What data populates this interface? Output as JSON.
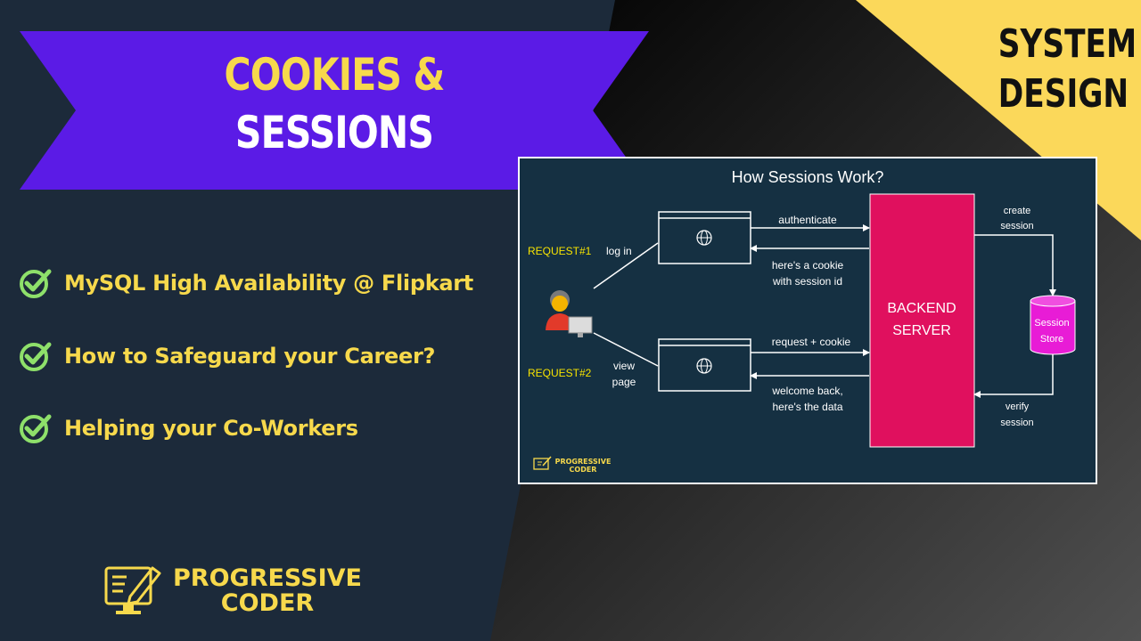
{
  "banner": {
    "title_line1": "COOKIES &",
    "title_line2": "SESSIONS"
  },
  "corner": {
    "line1": "SYSTEM",
    "line2": "DESIGN"
  },
  "bullets": [
    {
      "icon": "check-circle-icon",
      "text": "MySQL High Availability @ Flipkart"
    },
    {
      "icon": "check-circle-icon",
      "text": "How to Safeguard your Career?"
    },
    {
      "icon": "check-circle-icon",
      "text": "Helping your Co-Workers"
    }
  ],
  "brand": {
    "line1": "PROGRESSIVE",
    "line2": "CODER"
  },
  "diagram": {
    "title": "How Sessions Work?",
    "request1": {
      "label": "REQUEST#1",
      "action": "log in",
      "arrow_out": "authenticate",
      "arrow_back_line1": "here's a cookie",
      "arrow_back_line2": "with session id"
    },
    "request2": {
      "label": "REQUEST#2",
      "action_line1": "view",
      "action_line2": "page",
      "arrow_out": "request + cookie",
      "arrow_back_line1": "welcome back,",
      "arrow_back_line2": "here's the data"
    },
    "server_line1": "BACKEND",
    "server_line2": "SERVER",
    "store_line1": "Session",
    "store_line2": "Store",
    "create_line1": "create",
    "create_line2": "session",
    "verify_line1": "verify",
    "verify_line2": "session",
    "watermark_line1": "PROGRESSIVE",
    "watermark_line2": "CODER"
  },
  "colors": {
    "navy": "#1c2a3a",
    "banner_purple": "#5b1be6",
    "accent_yellow": "#f7d94c",
    "corner_yellow": "#fbd85a",
    "check_green": "#8ee06a",
    "diagram_bg": "#153042",
    "server_pink": "#e0105e",
    "store_magenta": "#e81cd6"
  }
}
